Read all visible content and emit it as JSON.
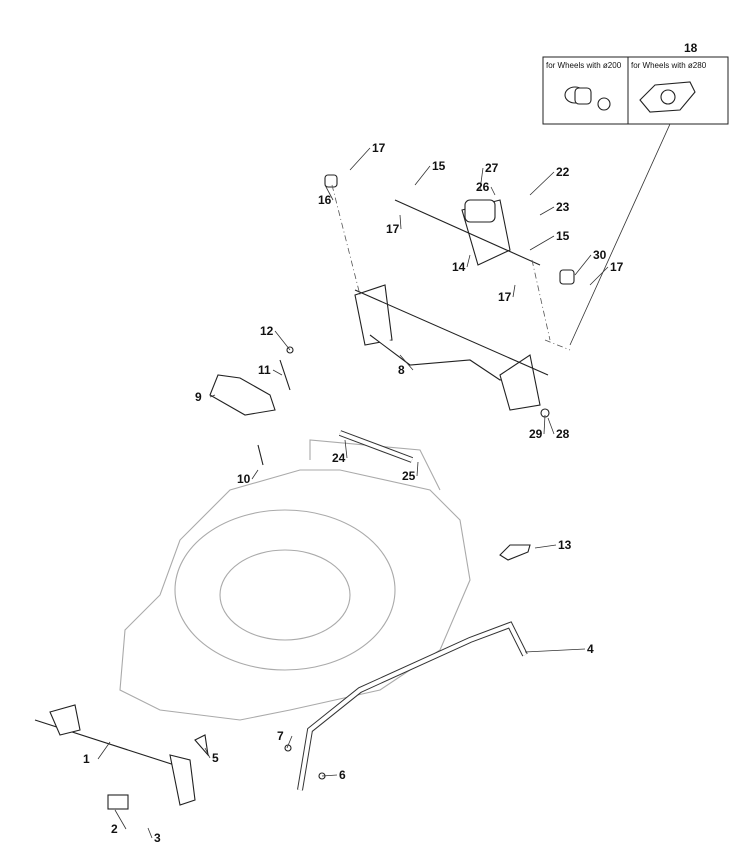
{
  "inset": {
    "part_number": "18",
    "left_caption": "for Wheels with ø200",
    "right_caption": "for Wheels with ø280"
  },
  "callouts": [
    "17",
    "15",
    "27",
    "22",
    "16",
    "26",
    "23",
    "17",
    "15",
    "14",
    "30",
    "17",
    "17",
    "12",
    "11",
    "8",
    "9",
    "29",
    "28",
    "24",
    "10",
    "25",
    "13",
    "4",
    "7",
    "1",
    "5",
    "6",
    "2",
    "3"
  ]
}
